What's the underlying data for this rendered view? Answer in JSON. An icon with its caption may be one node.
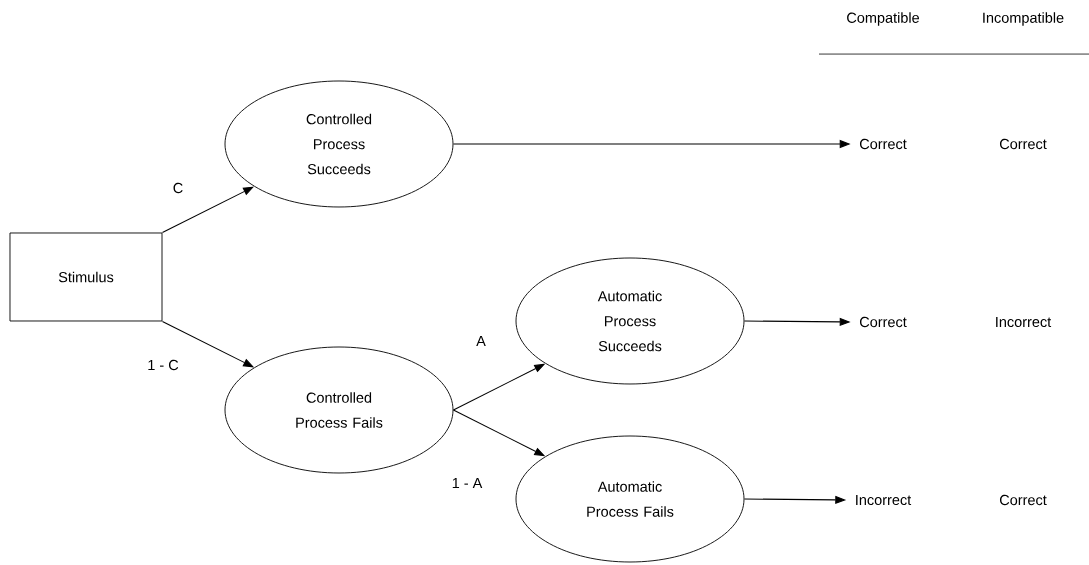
{
  "diagram": {
    "nodes": [
      {
        "text": [
          "Stimulus"
        ]
      },
      {
        "text": [
          "Controlled Process Succeeds"
        ]
      },
      {
        "text": [
          "Controlled Process Fails"
        ]
      },
      {
        "text": [
          "Automatic Process Succeeds"
        ]
      },
      {
        "text": [
          "Automatic Process Fails"
        ]
      },
      {
        "text": [
          "Correct"
        ]
      },
      {
        "text": [
          "Correct"
        ]
      },
      {
        "text": [
          "Incorrect"
        ]
      }
    ],
    "edges": [
      {
        "from": 0,
        "to": 1,
        "arrow": "to",
        "label": "C"
      },
      {
        "from": 0,
        "to": 2,
        "arrow": "to",
        "label": "1 - C"
      },
      {
        "from": 1,
        "to": 5,
        "arrow": "to"
      },
      {
        "from": 2,
        "to": 3,
        "arrow": "to",
        "label": "A"
      },
      {
        "from": 2,
        "to": 4,
        "arrow": "to",
        "label": "1 - A"
      },
      {
        "from": 3,
        "to": 6,
        "arrow": "to"
      },
      {
        "from": 4,
        "to": 7,
        "arrow": "to"
      }
    ],
    "labels": [
      "Compatible",
      "Incompatible",
      "Correct",
      "Incorrect",
      "Correct"
    ]
  }
}
